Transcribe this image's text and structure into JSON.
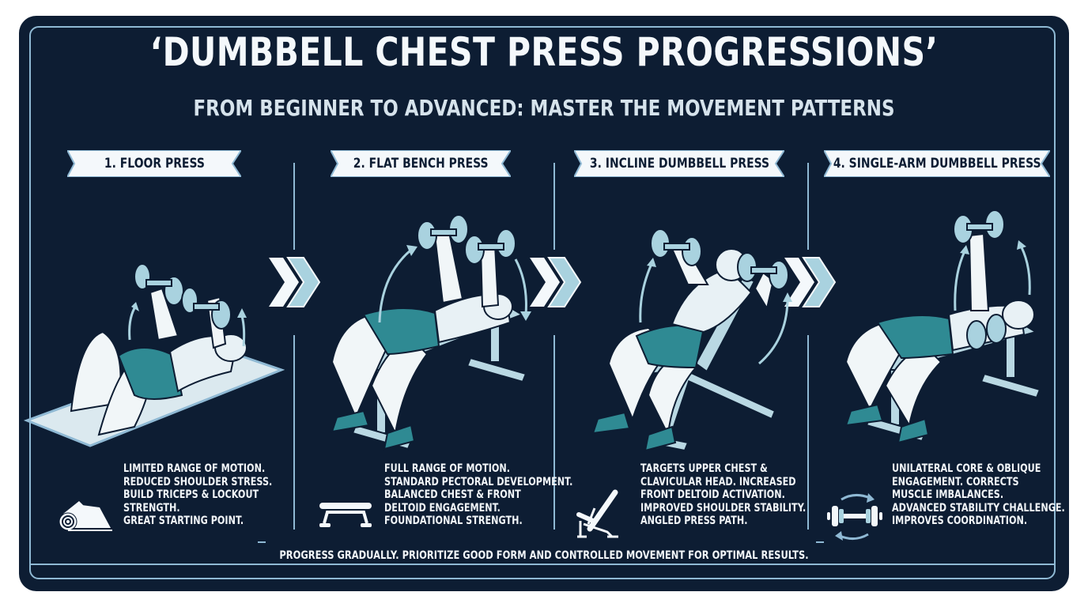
{
  "poster": {
    "title": "‘DUMBBELL CHEST PRESS PROGRESSIONS’",
    "subtitle": "FROM BEGINNER TO ADVANCED: MASTER THE MOVEMENT PATTERNS",
    "footer": "PROGRESS GRADUALLY. PRIORITIZE GOOD FORM AND CONTROLLED MOVEMENT FOR OPTIMAL RESULTS.",
    "colors": {
      "background": "#0d1d33",
      "frame": "#8fb9d4",
      "text": "#f4f8fb",
      "banner": "#f4f8fb",
      "accent_light": "#a9d2df",
      "shorts_teal": "#2f8a93",
      "equipment": "#b9d8e3"
    }
  },
  "steps": [
    {
      "label": "1. FLOOR PRESS",
      "illustration": "floor-press-illustration",
      "icon": "yoga-mat-icon",
      "lines": [
        "LIMITED RANGE OF MOTION.",
        "REDUCED SHOULDER STRESS.",
        "BUILD TRICEPS & LOCKOUT",
        "STRENGTH.",
        "GREAT STARTING POINT."
      ]
    },
    {
      "label": "2. FLAT BENCH PRESS",
      "illustration": "flat-bench-press-illustration",
      "icon": "flat-bench-icon",
      "lines": [
        "FULL RANGE OF MOTION.",
        "STANDARD PECTORAL DEVELOPMENT.",
        "BALANCED CHEST & FRONT",
        "DELTOID ENGAGEMENT.",
        "FOUNDATIONAL STRENGTH."
      ]
    },
    {
      "label": "3. INCLINE DUMBBELL PRESS",
      "illustration": "incline-dumbbell-press-illustration",
      "icon": "incline-bench-icon",
      "lines": [
        "TARGETS UPPER CHEST &",
        "CLAVICULAR HEAD. INCREASED",
        "FRONT DELTOID ACTIVATION.",
        "IMPROVED SHOULDER STABILITY.",
        "ANGLED PRESS PATH."
      ]
    },
    {
      "label": "4. SINGLE-ARM DUMBBELL PRESS",
      "illustration": "single-arm-dumbbell-press-illustration",
      "icon": "dumbbell-rotate-icon",
      "lines": [
        "UNILATERAL CORE & OBLIQUE",
        "ENGAGEMENT. CORRECTS",
        "MUSCLE IMBALANCES.",
        "ADVANCED STABILITY CHALLENGE.",
        "IMPROVES COORDINATION."
      ]
    }
  ]
}
